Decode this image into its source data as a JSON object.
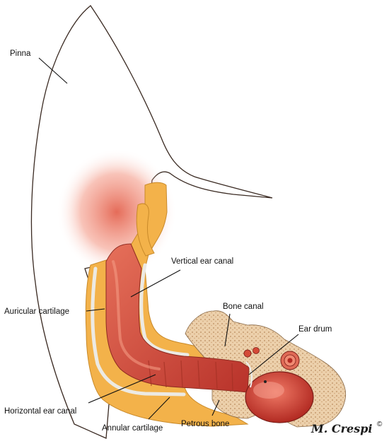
{
  "labels": {
    "pinna": "Pinna",
    "vertical_ear_canal": "Vertical ear canal",
    "auricular_cartilage": "Auricular cartilage",
    "bone_canal": "Bone canal",
    "ear_drum": "Ear drum",
    "horizontal_ear_canal": "Horizontal ear canal",
    "annular_cartilage": "Annular cartilage",
    "petrous_bone": "Petrous bone"
  },
  "signature": "M. Crespi",
  "copyright_symbol": "©",
  "colors": {
    "fur": "#ffffff",
    "fur_outline": "#3a2a22",
    "cartilage_yellow": "#f3b24a",
    "canal_red": "#c8412f",
    "canal_highlight": "#f08a72",
    "bone": "#e8c79f",
    "bone_dots": "#b88a5a"
  }
}
